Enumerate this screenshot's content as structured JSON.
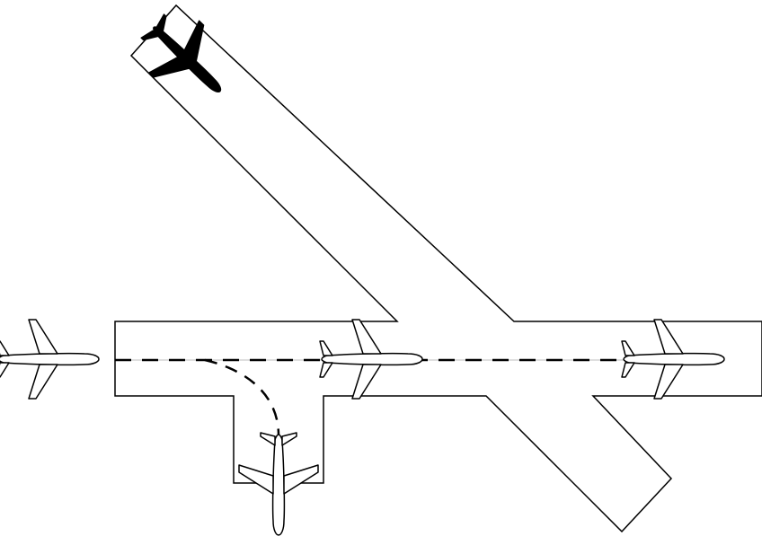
{
  "diagram": {
    "subject": "runway-intersection",
    "colors": {
      "background": "#ffffff",
      "stroke": "#000000",
      "plane_outline": "#ffffff",
      "plane_dark": "#000000",
      "centerline_thin": "#bdbdbd"
    },
    "aircraft": [
      {
        "id": "approaching-left",
        "style": "outline",
        "heading": "east"
      },
      {
        "id": "on-runway-middle",
        "style": "outline",
        "heading": "east"
      },
      {
        "id": "on-runway-right",
        "style": "outline",
        "heading": "east"
      },
      {
        "id": "on-taxiway",
        "style": "outline",
        "heading": "south"
      },
      {
        "id": "on-diagonal-runway",
        "style": "filled",
        "heading": "southeast"
      }
    ],
    "paths": [
      {
        "id": "runway-centerline",
        "style": "dashed"
      },
      {
        "id": "turnoff-path",
        "style": "dashed"
      }
    ]
  }
}
